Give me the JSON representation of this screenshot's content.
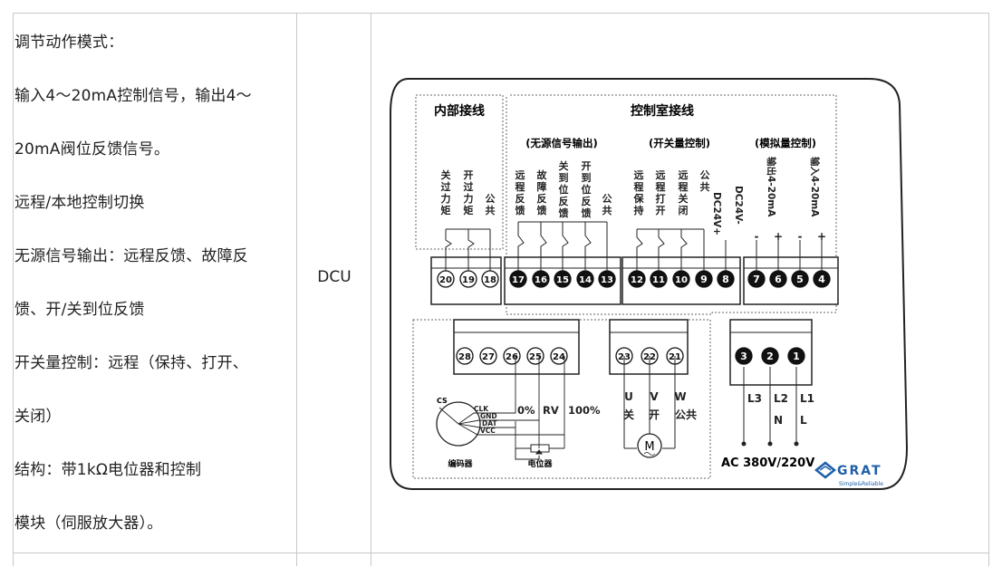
{
  "description_lines": [
    "调节动作模式：",
    "输入4～20mA控制信号，输出4～",
    "20mA阀位反馈信号。",
    "远程/本地控制切换",
    "无源信号输出：远程反馈、故障反",
    "馈、开/关到位反馈",
    "开关量控制：远程（保持、打开、",
    "关闭）",
    "结构：带1kΩ电位器和控制",
    "模块（伺服放大器）。"
  ],
  "model": "DCU",
  "diagram": {
    "internal_title": "内部接线",
    "control_title": "控制室接线",
    "group_passive": "(无源信号输出)",
    "group_switch": "(开关量控制)",
    "group_analog": "(模拟量控制)",
    "label_close_torque": "关过力矩",
    "label_open_torque": "开过力矩",
    "label_common_1": "公共",
    "label_remote_fb": "远程反馈",
    "label_fault_fb": "故障反馈",
    "label_close_pos_fb": "关到位反馈",
    "label_open_pos_fb": "开到位反馈",
    "label_common_2": "公共",
    "label_remote_hold": "远程保持",
    "label_remote_open": "远程打开",
    "label_remote_close": "远程关闭",
    "label_common_3": "公共",
    "label_dc24_pos": "DC24V+",
    "label_dc24_neg": "DC24V-",
    "label_out": "输出4-20mA",
    "label_in": "输入4-20mA",
    "terminals_top": [
      "20",
      "19",
      "18",
      "17",
      "16",
      "15",
      "14",
      "13",
      "12",
      "11",
      "10",
      "9",
      "8",
      "7",
      "6",
      "5",
      "4"
    ],
    "terminals_encoder": [
      "28",
      "27",
      "26",
      "25",
      "24"
    ],
    "terminals_motor": [
      "23",
      "22",
      "21"
    ],
    "terminals_power": [
      "3",
      "2",
      "1"
    ],
    "enc_cs": "CS",
    "enc_pins": [
      "CLK",
      "GND",
      "DAT",
      "VCC"
    ],
    "pot_labels": [
      "0%",
      "RV",
      "100%"
    ],
    "motor_uvw": [
      "U",
      "V",
      "W"
    ],
    "motor_sub": [
      "关",
      "开",
      "公共"
    ],
    "power_phase": [
      "L3",
      "L2",
      "L1"
    ],
    "power_neutral": [
      "N",
      "L"
    ],
    "encoder_label": "编码器",
    "pot_label": "电位器",
    "motor_symbol": "M",
    "power_supply": "AC 380V/220V",
    "brand": "GRAT",
    "brand_tag": "Simple&Reliable"
  }
}
